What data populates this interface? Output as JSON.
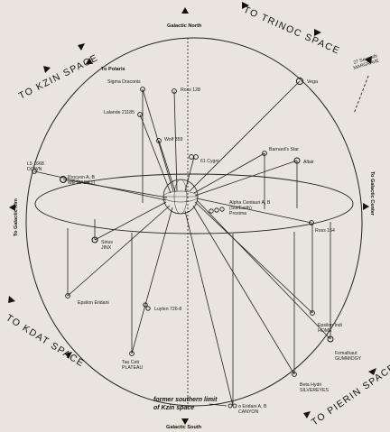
{
  "directions": {
    "north": "Galactic North",
    "south": "Galactic South",
    "rim": "To Galactic Rim",
    "center": "To Galactic Center",
    "polaris": "To Polaris"
  },
  "spaces": {
    "trinoc": "TO TRINOC SPACE",
    "kzin": "TO KZIN SPACE",
    "kdat": "TO KDAT SPACE",
    "pierin": "TO PIERIN SPACE"
  },
  "margrave": [
    "27 Seconds",
    "MARGRAVE"
  ],
  "kzin_limit": [
    "former southern limit",
    "of Kzin space"
  ],
  "stars": {
    "sigma_draconis": [
      "Sigma Draconis"
    ],
    "ross128": [
      "Ross 128"
    ],
    "vega": [
      "Vega"
    ],
    "lalande": [
      "Lalande 21185"
    ],
    "wolf359": [
      "Wolf 359"
    ],
    "cygni": [
      "61 Cygni"
    ],
    "barnard": [
      "Barnard's Star"
    ],
    "altair": [
      "Altair"
    ],
    "l5": [
      "L5 1668",
      "DOWN"
    ],
    "procyon": [
      "Procyon A, B",
      "WE MADE IT"
    ],
    "alpha_cen": [
      "Alpha Centauri A, B",
      "(Sol/Earth)",
      "Proxima"
    ],
    "ross154": [
      "Ross 154"
    ],
    "sirius": [
      "Sirius",
      "JINX"
    ],
    "epsilon_eridani": [
      "Epsilon Eridani"
    ],
    "luyten": [
      "Luyten 726-8"
    ],
    "epsilon_indi": [
      "Epsilon Indi",
      "HOME"
    ],
    "fomalhaut": [
      "Fomalhaut",
      "GUMMIDGY"
    ],
    "tau_ceti": [
      "Tau Ceti",
      "PLATEAU"
    ],
    "beta_hydri": [
      "Beta Hydri",
      "SILVEREYES"
    ],
    "omicron_eridani": [
      "o Eridani A, B",
      "CANYON"
    ]
  }
}
